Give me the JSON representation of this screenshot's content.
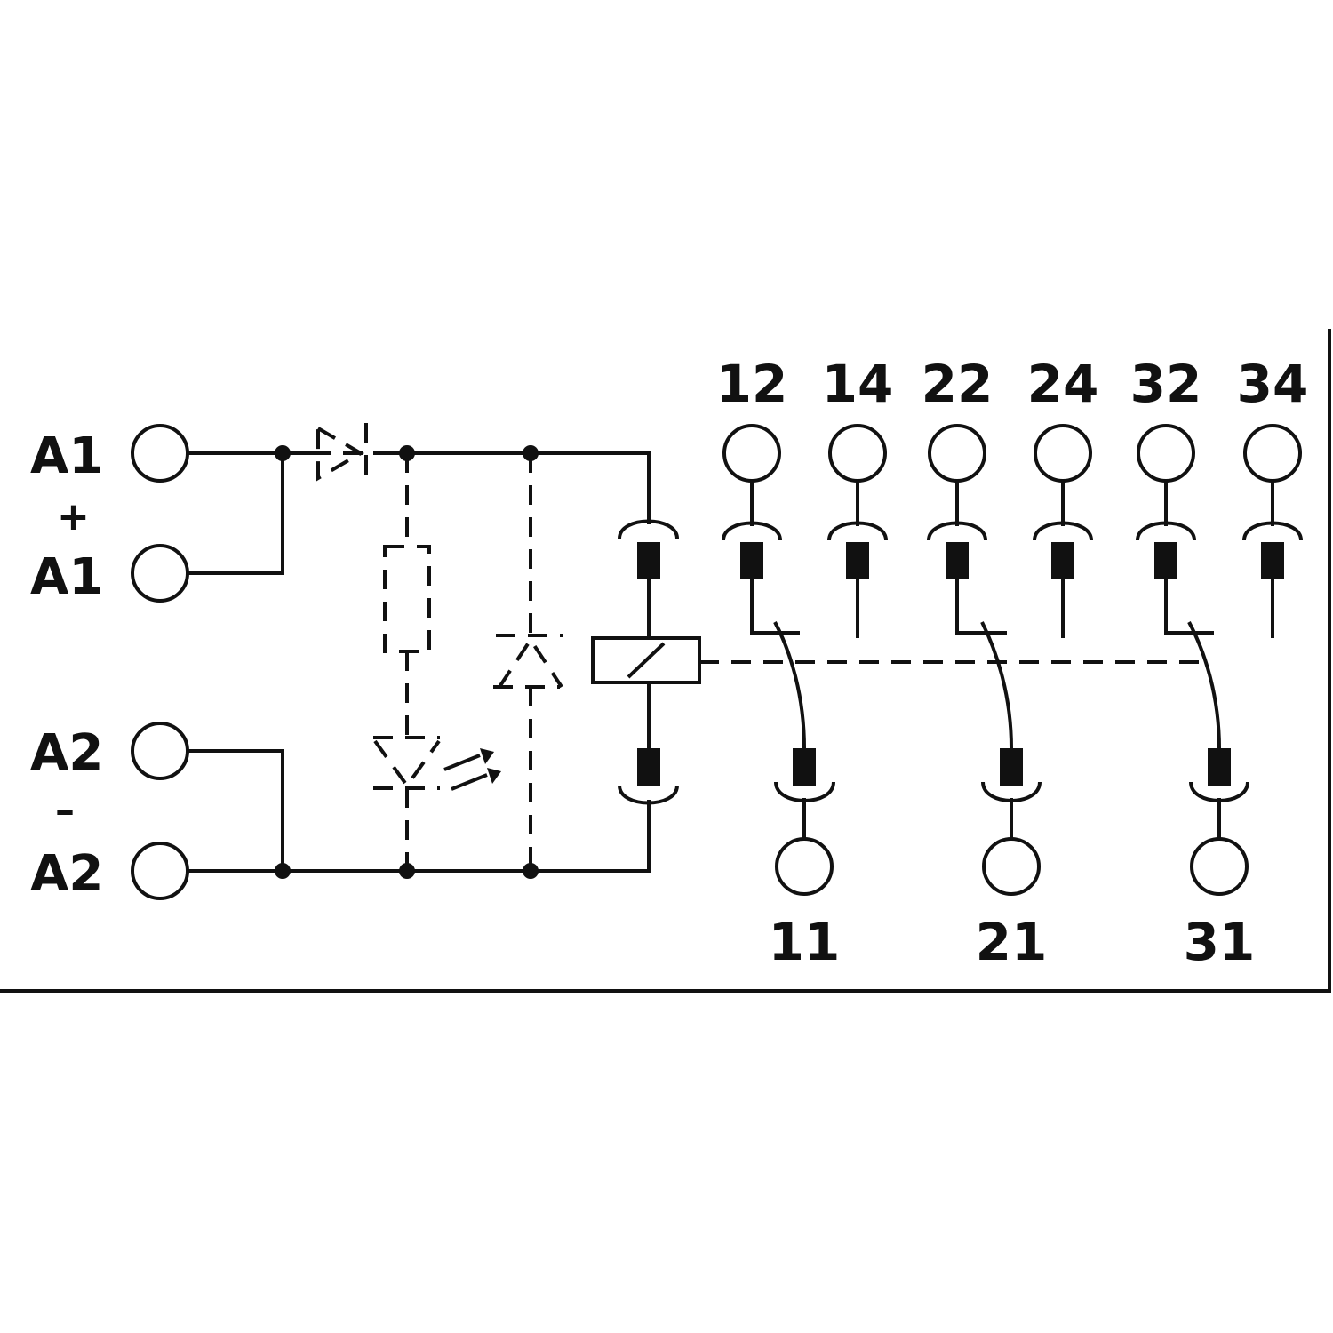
{
  "supply_terminals": [
    {
      "label": "A1"
    },
    {
      "label": "A1"
    },
    {
      "label": "A2"
    },
    {
      "label": "A2"
    }
  ],
  "polarity": {
    "plus": "+",
    "minus": "–"
  },
  "top_terminals": [
    "12",
    "14",
    "22",
    "24",
    "32",
    "34"
  ],
  "bottom_terminals": [
    "11",
    "21",
    "31"
  ]
}
